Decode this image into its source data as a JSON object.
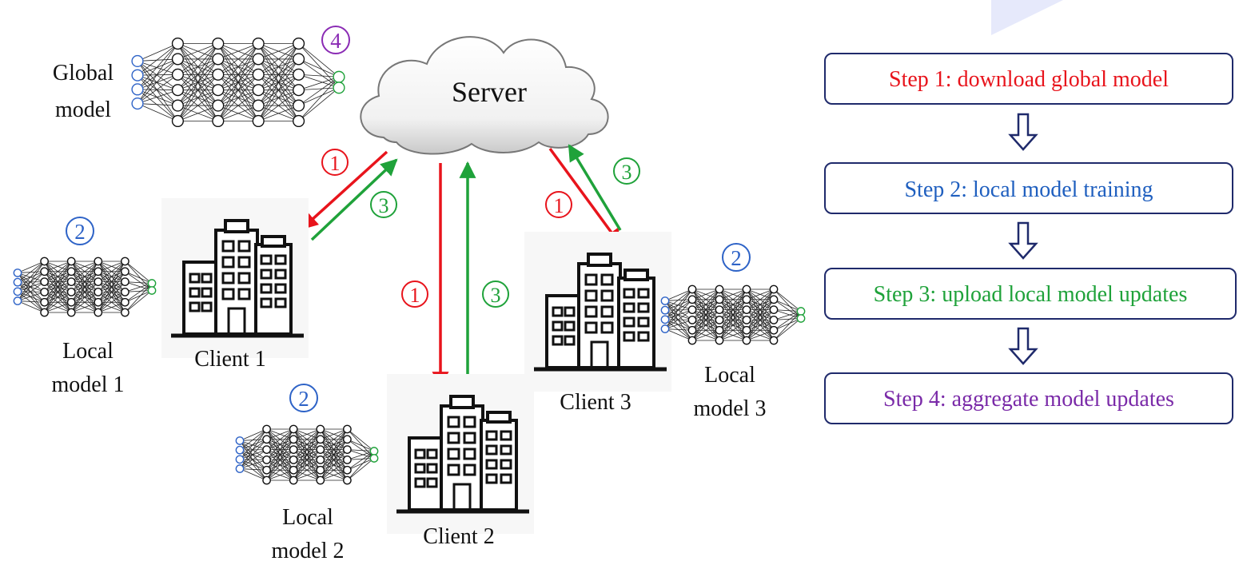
{
  "server": {
    "label": "Server"
  },
  "global_model": {
    "label_line1": "Global",
    "label_line2": "model",
    "marker": "4"
  },
  "clients": [
    {
      "label": "Client 1"
    },
    {
      "label": "Client 2"
    },
    {
      "label": "Client 3"
    }
  ],
  "local_models": [
    {
      "line1": "Local",
      "line2": "model 1",
      "marker": "2"
    },
    {
      "line1": "Local",
      "line2": "model 2",
      "marker": "2"
    },
    {
      "line1": "Local",
      "line2": "model 3",
      "marker": "2"
    }
  ],
  "arrow_markers": {
    "download": "1",
    "upload": "3"
  },
  "steps": [
    {
      "label": "Step 1: download global model",
      "color": "#e8141c"
    },
    {
      "label": "Step 2: local model training",
      "color": "#1f5fbf"
    },
    {
      "label": "Step 3: upload local model updates",
      "color": "#1fa23a"
    },
    {
      "label": "Step 4: aggregate model updates",
      "color": "#7a2aa8"
    }
  ],
  "colors": {
    "download_arrow": "#e8141c",
    "upload_arrow": "#1fa23a",
    "marker_training": "#2e63c7",
    "marker_aggregate": "#8a2bb4",
    "step_box_border": "#1f2a6b",
    "nn_input_node": "#2e63c7",
    "nn_output_node": "#1fa23a",
    "accent_decoration": "#e6e9fb"
  }
}
